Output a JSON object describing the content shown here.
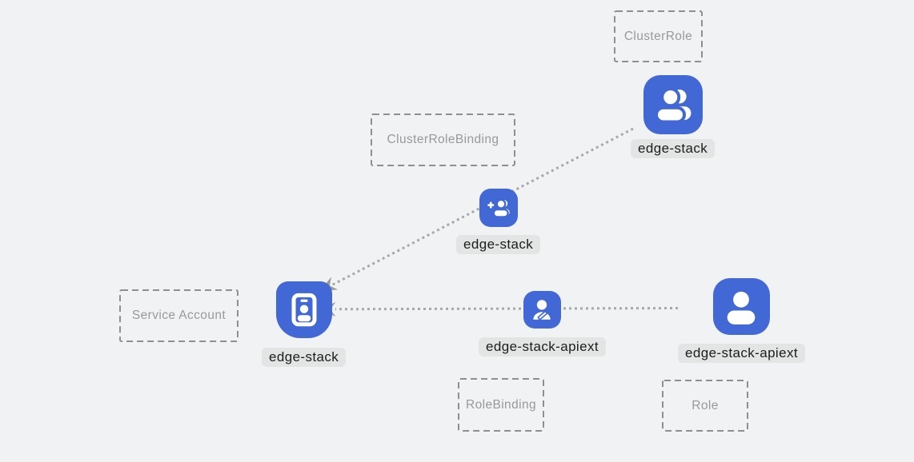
{
  "diagram": {
    "background_color": "#f1f2f3",
    "accent_color": "#4268d5",
    "line_color": "#a8a8a8",
    "arrow_color": "#9a9a9a",
    "label_pill_bg": "#e3e4e4",
    "label_text_color": "#1c1c1c",
    "box_border_color": "#8d8f91",
    "box_text_color": "#97999c",
    "type_boxes": [
      {
        "id": "cluster-role",
        "label": "ClusterRole"
      },
      {
        "id": "cluster-role-binding",
        "label": "ClusterRoleBinding"
      },
      {
        "id": "service-account",
        "label": "Service Account"
      },
      {
        "id": "role-binding",
        "label": "RoleBinding"
      },
      {
        "id": "role",
        "label": "Role"
      }
    ],
    "nodes": [
      {
        "id": "clusterrole-node",
        "label": "edge-stack",
        "kind": "ClusterRole",
        "icon": "users-icon"
      },
      {
        "id": "clusterrolebinding-node",
        "label": "edge-stack",
        "kind": "ClusterRoleBinding",
        "icon": "user-plus-icon"
      },
      {
        "id": "serviceaccount-node",
        "label": "edge-stack",
        "kind": "Service Account",
        "icon": "id-badge-icon"
      },
      {
        "id": "rolebinding-node",
        "label": "edge-stack-apiext",
        "kind": "RoleBinding",
        "icon": "user-pencil-icon"
      },
      {
        "id": "role-node",
        "label": "edge-stack-apiext",
        "kind": "Role",
        "icon": "user-icon"
      }
    ],
    "edges": [
      {
        "from": "clusterrole-node",
        "through": "clusterrolebinding-node",
        "to": "serviceaccount-node",
        "style": "dotted",
        "arrowhead": "at-service-account"
      },
      {
        "from": "role-node",
        "through": "rolebinding-node",
        "to": "serviceaccount-node",
        "style": "dotted",
        "arrowhead": "at-service-account"
      }
    ]
  }
}
